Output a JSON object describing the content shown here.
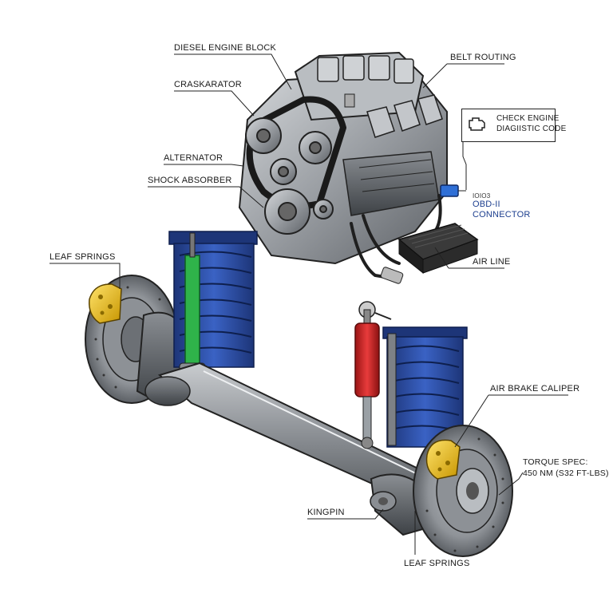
{
  "labels": {
    "diesel_engine_block": "DIESEL ENGINE BLOCK",
    "belt_routing": "BELT ROUTING",
    "crankarator": "CRASKARATOR",
    "check_engine_line1": "CHECK ENGINE",
    "check_engine_line2": "DIAGIISTIC CODE",
    "alternator": "ALTERNATOR",
    "shock_absorber": "SHOCK ABSORBER",
    "obd_small": "IOIO3",
    "obd_line1": "OBD-II",
    "obd_line2": "CONNECTOR",
    "leaf_springs_top": "LEAF SPRINGS",
    "air_line": "AIR LINE",
    "air_brake_caliper": "AIR BRAKE CALIPER",
    "torque_line1": "TORQUE SPEC:",
    "torque_line2": "450 NM (S32 FT-LBS)",
    "kingpin": "KINGPIN",
    "leaf_springs_bottom": "LEAF SPRINGS"
  },
  "colors": {
    "spring_blue": "#2d4fa3",
    "shock_red": "#d42a2a",
    "shock_green": "#2fb34a",
    "caliper_yellow": "#f0c21a",
    "metal_gray": "#9a9ea3",
    "obd_blue": "#2f6fd6",
    "label_blue": "#1d3f8f"
  },
  "icons": {
    "check_engine": "engine-warning-icon"
  }
}
